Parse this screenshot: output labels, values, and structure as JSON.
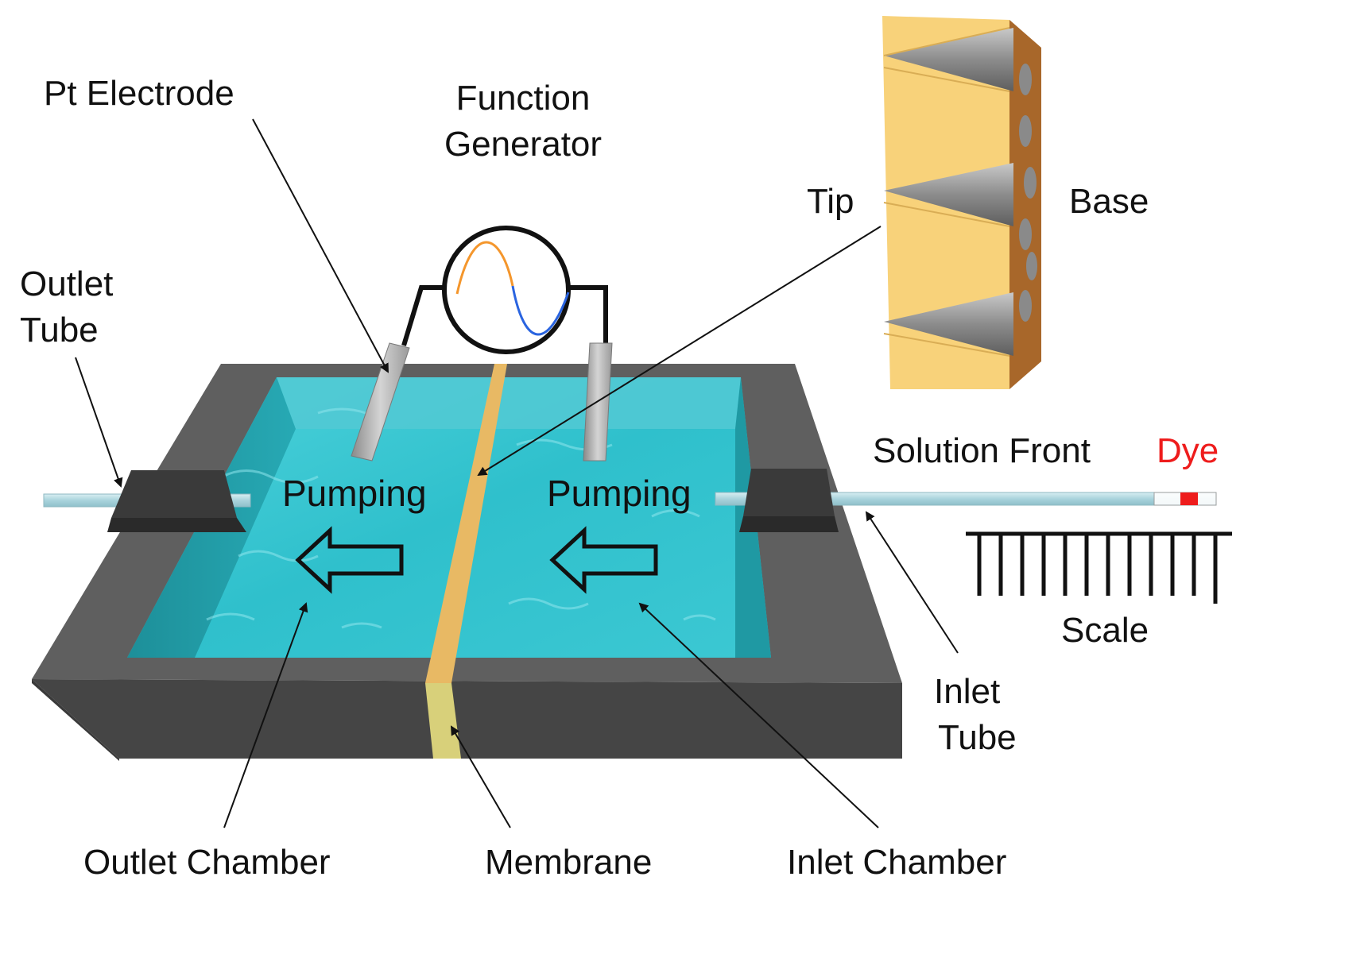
{
  "labels": {
    "pt_electrode": "Pt Electrode",
    "function_generator_line1": "Function",
    "function_generator_line2": "Generator",
    "tip": "Tip",
    "base": "Base",
    "outlet_tube_line1": "Outlet",
    "outlet_tube_line2": "Tube",
    "solution_front": "Solution Front",
    "dye": "Dye",
    "pumping_left": "Pumping",
    "pumping_right": "Pumping",
    "scale": "Scale",
    "inlet_tube_line1": "Inlet",
    "inlet_tube_line2": "Tube",
    "outlet_chamber": "Outlet Chamber",
    "membrane": "Membrane",
    "inlet_chamber": "Inlet Chamber"
  },
  "colors": {
    "tank_gray": "#5a5a5a",
    "tank_dark": "#454545",
    "water": "#2fc0cc",
    "membrane": "#e8b964",
    "membrane_front": "#d8d07a",
    "membrane_face": "#f8d27a",
    "membrane_side": "#a8672a",
    "wave_orange": "#f4962c",
    "wave_blue": "#2a64e0",
    "dye_red": "#ee1c1c",
    "electrode": "#b5b5b5"
  }
}
